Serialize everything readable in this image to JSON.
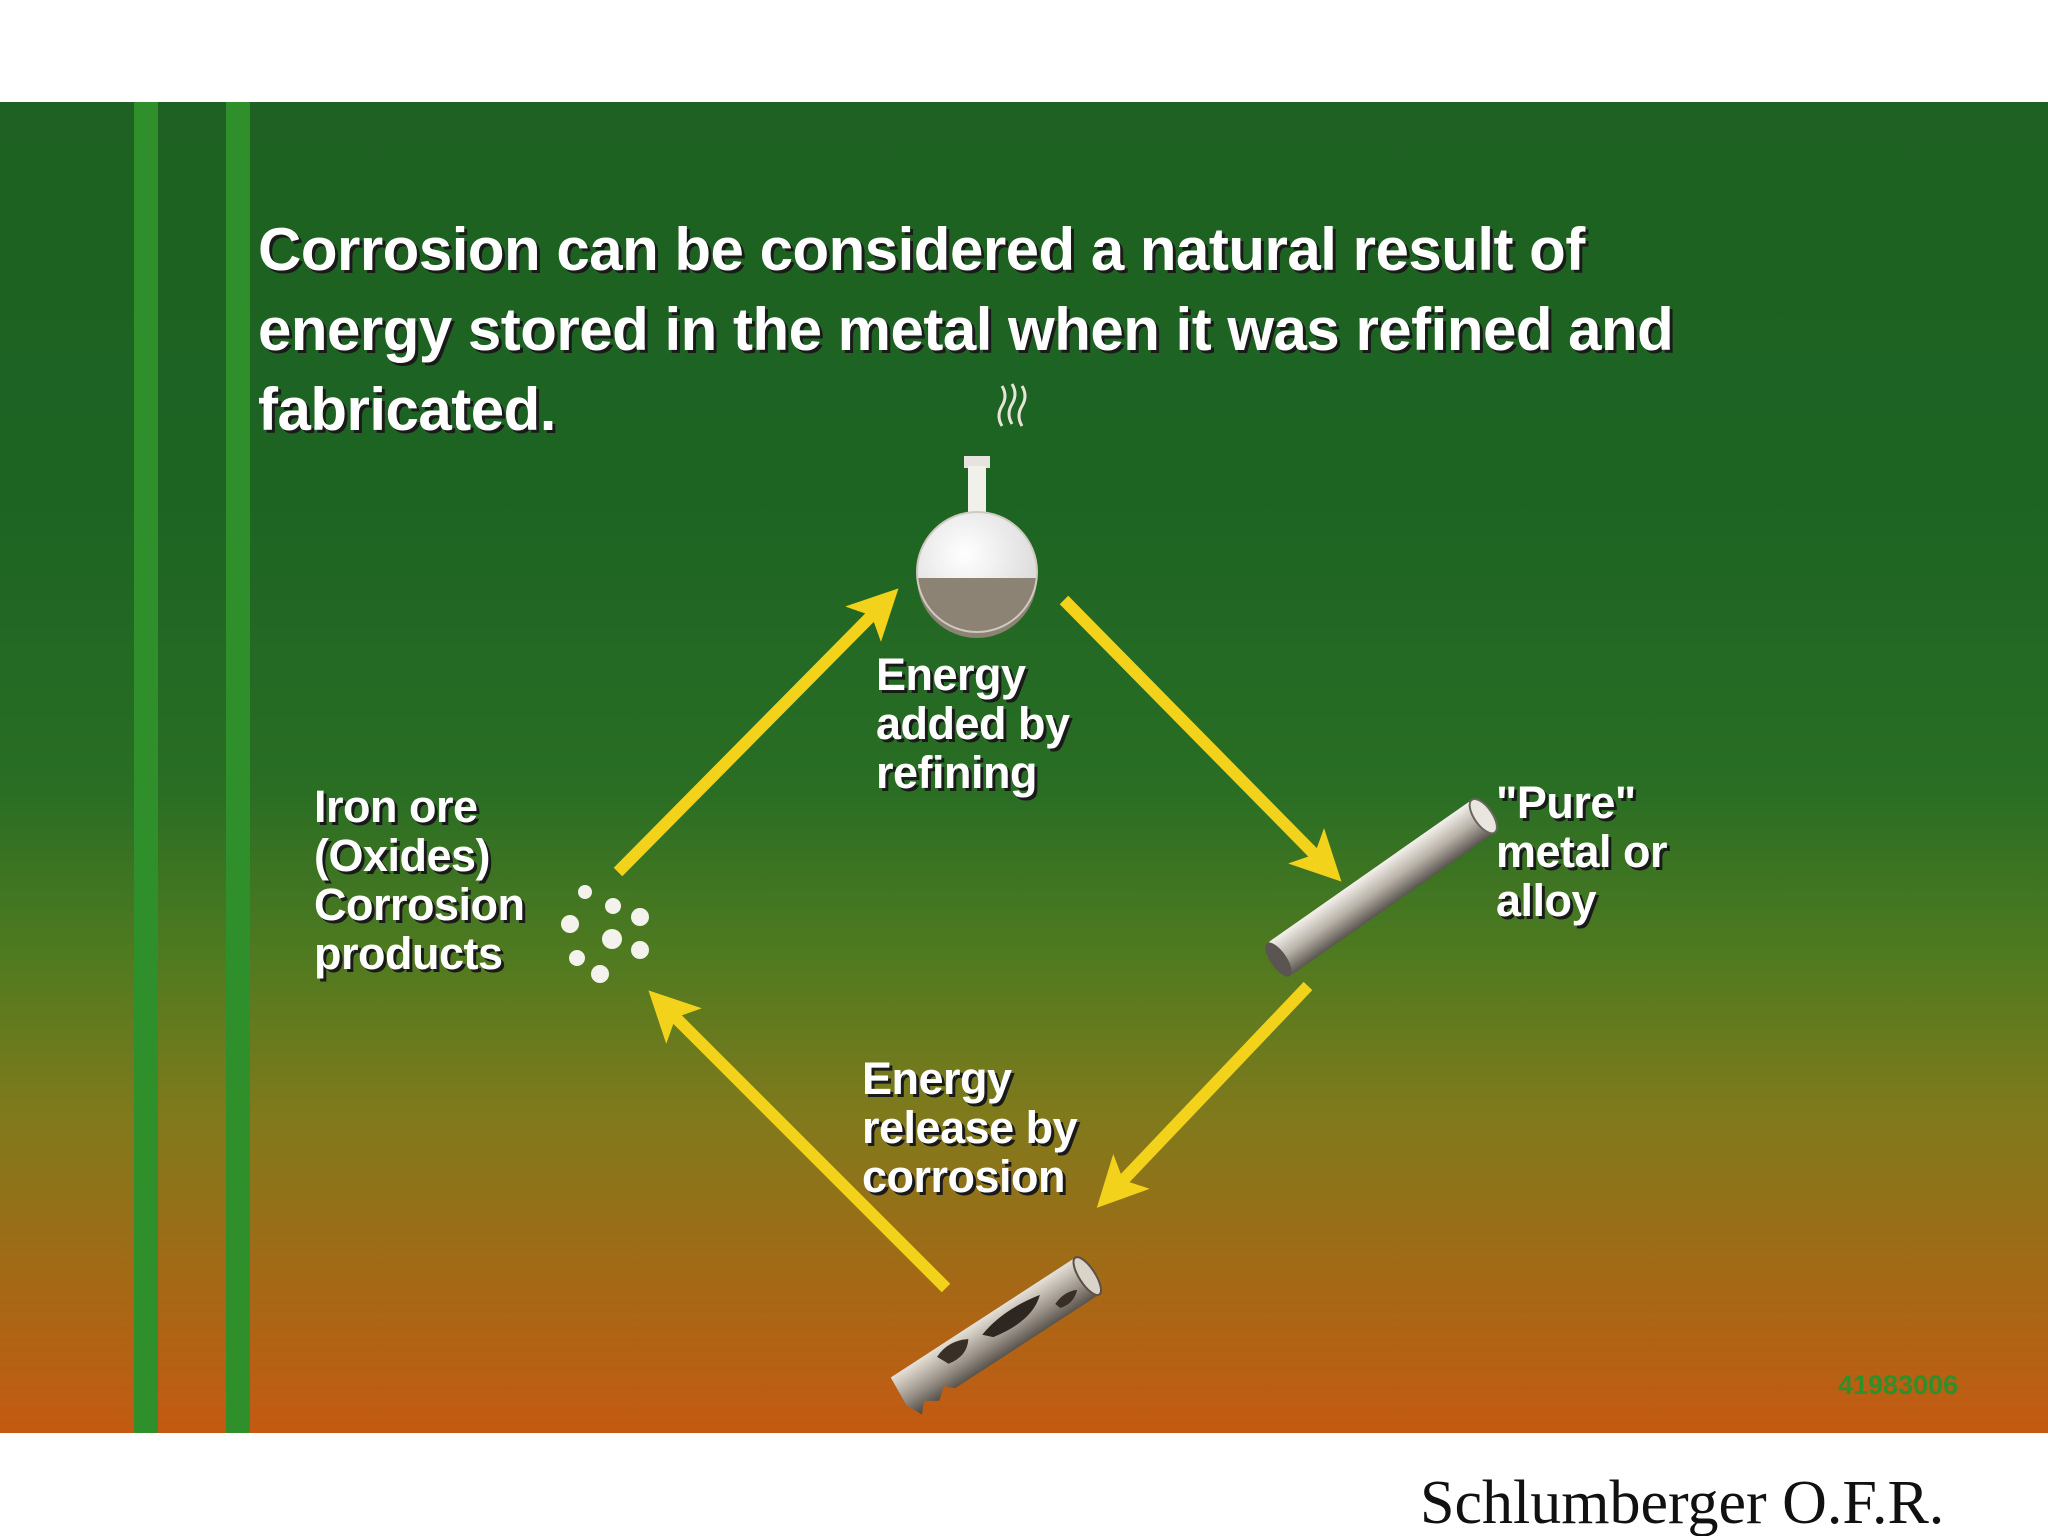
{
  "slide": {
    "headline_lines": [
      "Corrosion can be considered a natural result of",
      "energy stored in the metal when it was refined and",
      "fabricated."
    ],
    "nodes": {
      "ore": {
        "lines": [
          "Iron ore",
          "(Oxides)",
          "Corrosion",
          "products"
        ],
        "icon": "oxide-particles-icon"
      },
      "refining": {
        "lines": [
          "Energy",
          "added by",
          "refining"
        ],
        "icon": "flask-icon"
      },
      "pure_metal": {
        "lines": [
          "\"Pure\"",
          "metal or",
          "alloy"
        ],
        "icon": "metal-bar-icon"
      },
      "corrosion": {
        "lines": [
          "Energy",
          "release by",
          "corrosion"
        ],
        "icon": "corroded-pipe-icon"
      }
    },
    "slide_id": "41983006",
    "colors": {
      "arrow": "#f2d21a",
      "text": "#ffffff",
      "stripe": "#2f8f2a"
    }
  },
  "credit": "Schlumberger O.F.R."
}
